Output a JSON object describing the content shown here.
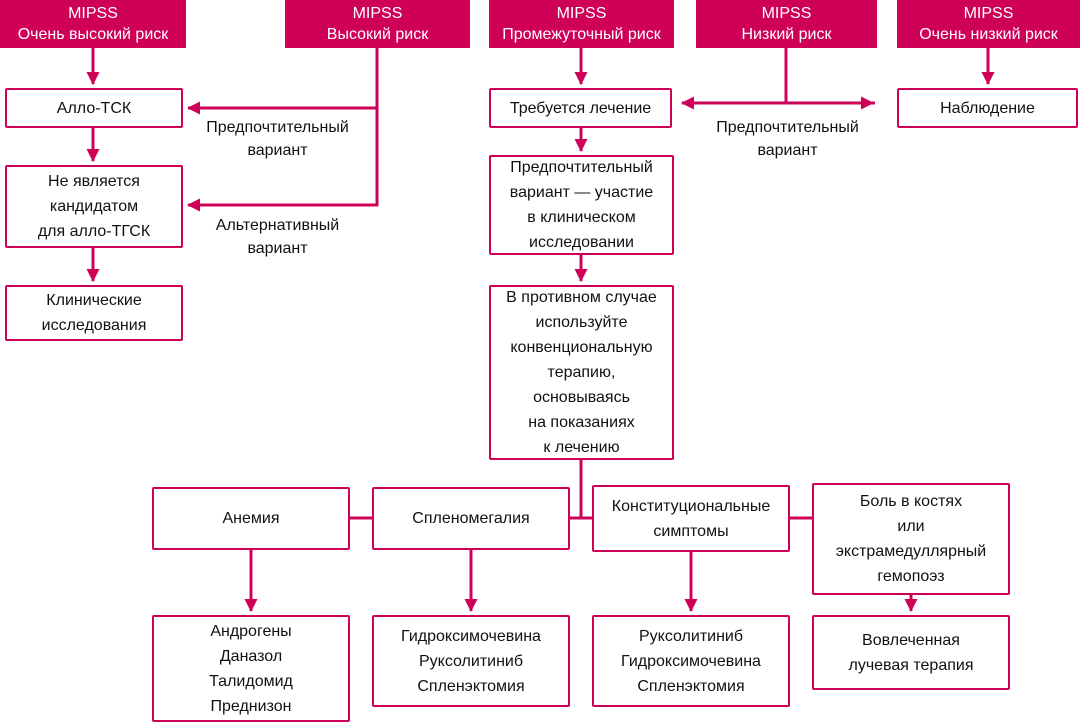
{
  "accent": "#CE0058",
  "headers": [
    {
      "text": "MIPSS\nОчень высокий риск"
    },
    {
      "text": "MIPSS\nВысокий риск"
    },
    {
      "text": "MIPSS\nПромежуточный риск"
    },
    {
      "text": "MIPSS\nНизкий риск"
    },
    {
      "text": "MIPSS\nОчень низкий риск"
    }
  ],
  "boxes": {
    "allo_tsk": "Алло-ТСК",
    "not_candidate": "Не является\nкандидатом\nдля алло-ТГСК",
    "clinical_trials": "Клинические\nисследования",
    "treatment_required": "Требуется лечение",
    "preferred_trial": "Предпочтительный\nвариант — участие\nв клиническом\nисследовании",
    "conventional": "В противном случае\nиспользуйте\nконвенциональную\nтерапию,\nосновываясь\nна показаниях\nк лечению",
    "observation": "Наблюдение",
    "anemia": "Анемия",
    "splenomegaly": "Спленомегалия",
    "constitutional": "Конституциональные\nсимптомы",
    "bone_pain": "Боль в костях\nили\nэкстрамедуллярный\nгемопоэз",
    "anemia_tx": "Андрогены\nДаназол\nТалидомид\nПреднизон",
    "splenomegaly_tx": "Гидроксимочевина\nРуксолитиниб\nСпленэктомия",
    "constitutional_tx": "Руксолитиниб\nГидроксимочевина\nСпленэктомия",
    "bone_pain_tx": "Вовлеченная\nлучевая терапия"
  },
  "labels": {
    "preferred_left": "Предпочтительный\nвариант",
    "alternative_left": "Альтернативный\nвариант",
    "preferred_right": "Предпочтительный\nвариант"
  }
}
